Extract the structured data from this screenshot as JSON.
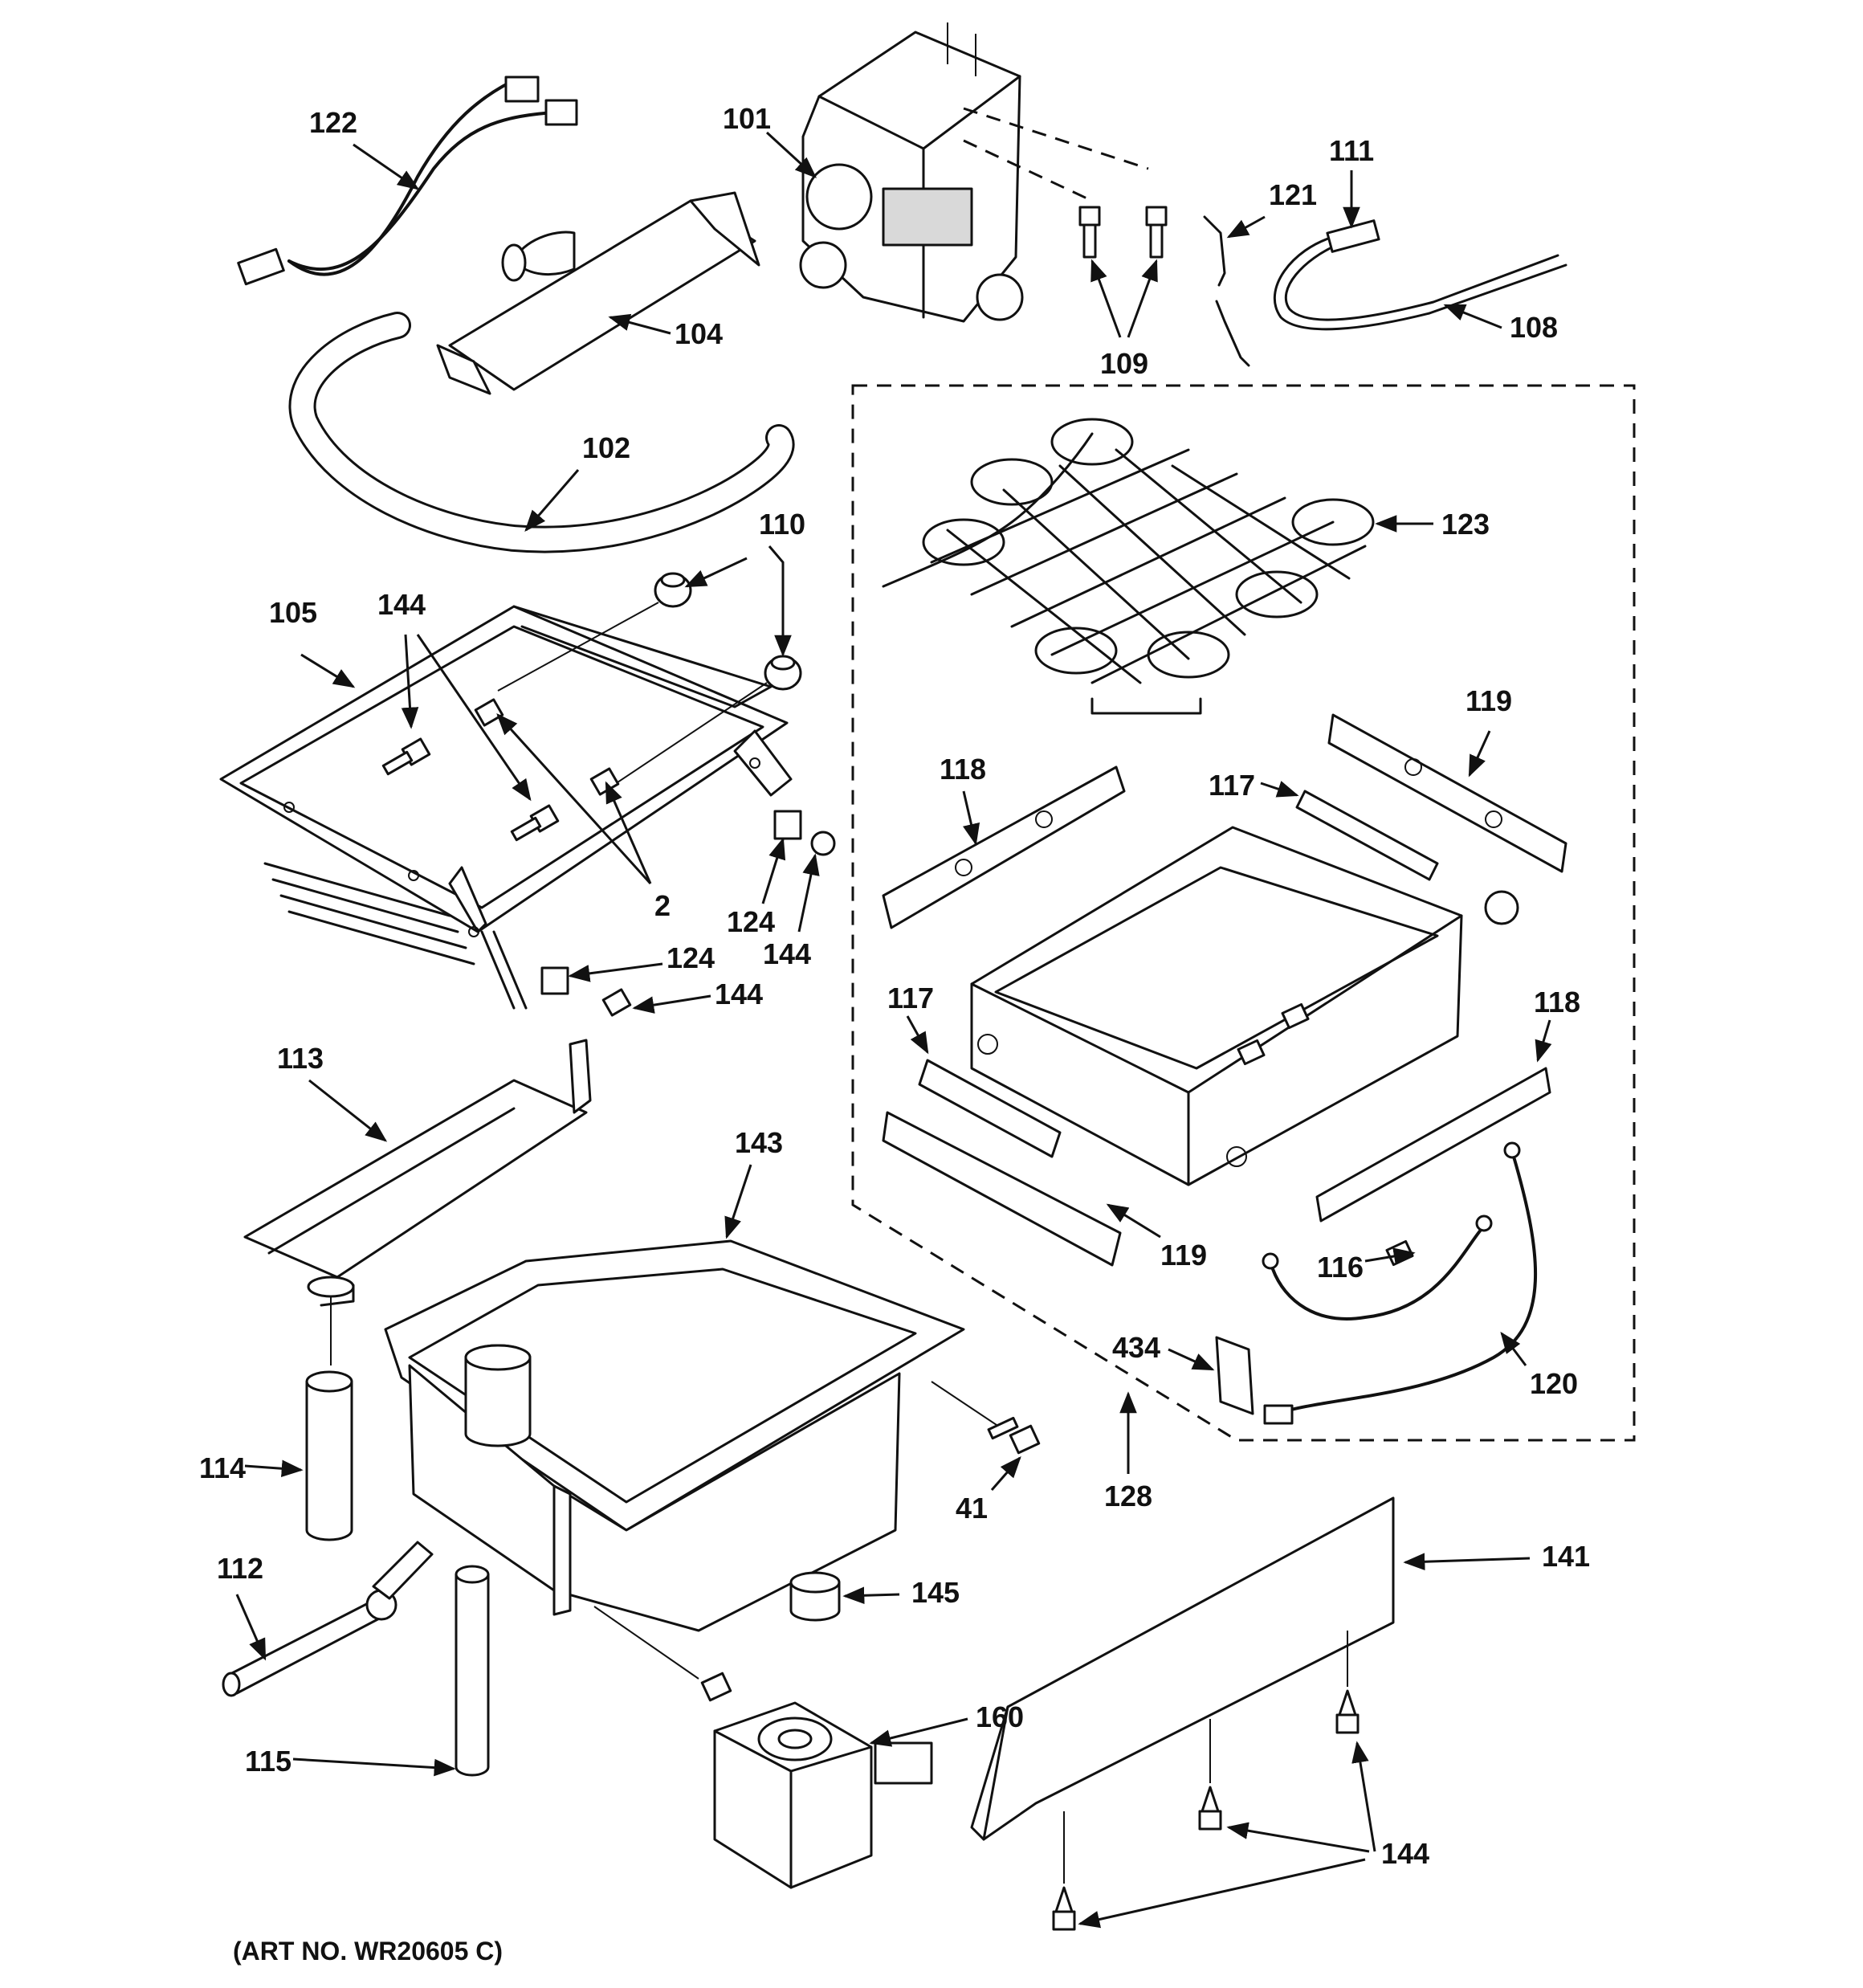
{
  "diagram": {
    "footer_note": "(ART NO. WR20605 C)",
    "callouts": [
      {
        "id": "122",
        "text": "122"
      },
      {
        "id": "101",
        "text": "101"
      },
      {
        "id": "104",
        "text": "104"
      },
      {
        "id": "111",
        "text": "111"
      },
      {
        "id": "121",
        "text": "121"
      },
      {
        "id": "109",
        "text": "109"
      },
      {
        "id": "108",
        "text": "108"
      },
      {
        "id": "102",
        "text": "102"
      },
      {
        "id": "123",
        "text": "123"
      },
      {
        "id": "110",
        "text": "110"
      },
      {
        "id": "105",
        "text": "105"
      },
      {
        "id": "144a",
        "text": "144"
      },
      {
        "id": "119a",
        "text": "119"
      },
      {
        "id": "118a",
        "text": "118"
      },
      {
        "id": "117a",
        "text": "117"
      },
      {
        "id": "2",
        "text": "2"
      },
      {
        "id": "124a",
        "text": "124"
      },
      {
        "id": "144b",
        "text": "144"
      },
      {
        "id": "124b",
        "text": "124"
      },
      {
        "id": "144c",
        "text": "144"
      },
      {
        "id": "117b",
        "text": "117"
      },
      {
        "id": "118b",
        "text": "118"
      },
      {
        "id": "113",
        "text": "113"
      },
      {
        "id": "143",
        "text": "143"
      },
      {
        "id": "119b",
        "text": "119"
      },
      {
        "id": "116",
        "text": "116"
      },
      {
        "id": "434",
        "text": "434"
      },
      {
        "id": "120",
        "text": "120"
      },
      {
        "id": "114",
        "text": "114"
      },
      {
        "id": "41",
        "text": "41"
      },
      {
        "id": "128",
        "text": "128"
      },
      {
        "id": "141",
        "text": "141"
      },
      {
        "id": "112",
        "text": "112"
      },
      {
        "id": "145",
        "text": "145"
      },
      {
        "id": "160",
        "text": "160"
      },
      {
        "id": "115",
        "text": "115"
      },
      {
        "id": "144d",
        "text": "144"
      }
    ]
  }
}
